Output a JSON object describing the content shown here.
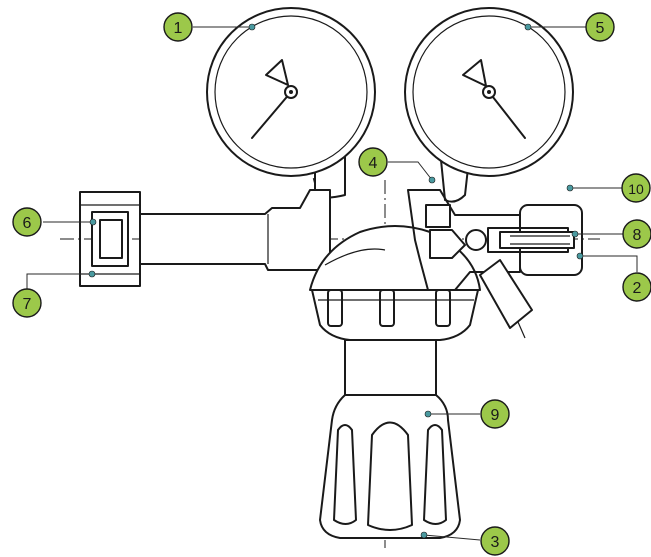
{
  "callouts": [
    {
      "id": "c1",
      "label": "1"
    },
    {
      "id": "c2",
      "label": "2"
    },
    {
      "id": "c3",
      "label": "3"
    },
    {
      "id": "c4",
      "label": "4"
    },
    {
      "id": "c5",
      "label": "5"
    },
    {
      "id": "c6",
      "label": "6"
    },
    {
      "id": "c7",
      "label": "7"
    },
    {
      "id": "c8",
      "label": "8"
    },
    {
      "id": "c9",
      "label": "9"
    },
    {
      "id": "c10",
      "label": "10"
    }
  ],
  "colors": {
    "callout_fill": "#9cc84a",
    "leader_dot": "#4a9aa0",
    "line": "#1a1a1a"
  }
}
